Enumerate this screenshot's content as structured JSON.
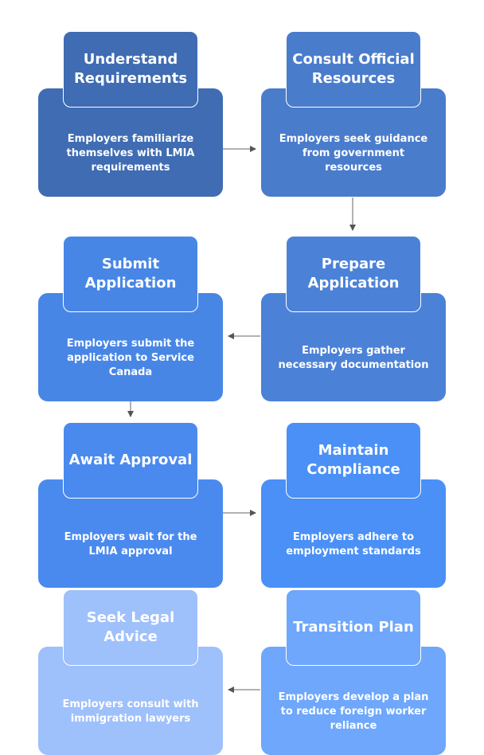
{
  "steps": [
    {
      "title": "Understand Requirements",
      "text": "Employers familiarize themselves with LMIA requirements",
      "color": "#3f6cb3"
    },
    {
      "title": "Consult Official Resources",
      "text": "Employers seek guidance from government resources",
      "color": "#4a7ccc"
    },
    {
      "title": "Prepare Application",
      "text": "Employers gather necessary documentation",
      "color": "#4b82d8"
    },
    {
      "title": "Submit Application",
      "text": "Employers submit the application to Service Canada",
      "color": "#4886e6"
    },
    {
      "title": "Await Approval",
      "text": "Employers wait for the LMIA approval",
      "color": "#4a8aef"
    },
    {
      "title": "Maintain Compliance",
      "text": "Employers adhere to employment standards",
      "color": "#4a90f7"
    },
    {
      "title": "Transition Plan",
      "text": "Employers develop a plan to reduce foreign worker reliance",
      "color": "#6ea7fb"
    },
    {
      "title": "Seek Legal Advice",
      "text": "Employers consult with immigration lawyers",
      "color": "#9ec0fb"
    }
  ],
  "connector_color": "#999999"
}
